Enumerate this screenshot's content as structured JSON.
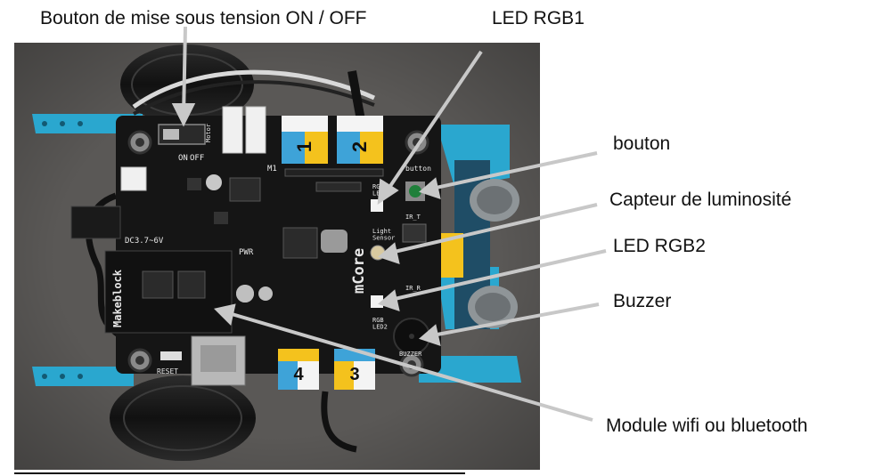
{
  "figure": {
    "labels": {
      "power_switch": "Bouton de mise sous tension ON / OFF",
      "led_rgb1": "LED RGB1",
      "button": "bouton",
      "light_sensor": "Capteur de luminosité",
      "led_rgb2": "LED RGB2",
      "buzzer": "Buzzer",
      "wireless_module": "Module wifi ou bluetooth"
    },
    "board_silkscreen": {
      "brand_vertical": "mCore",
      "power_input": "DC3.7~6V",
      "reset": "RESET",
      "pwr": "PWR",
      "buzzer": "BUZZER",
      "button": "button",
      "light_sensor": "Light\nSensor",
      "rgb_led1": "RGB\nLED1",
      "rgb_led2": "RGB\nLED2",
      "ir_t": "IR_T",
      "ir_r": "IR_R",
      "on": "ON",
      "off": "OFF",
      "motor": "Motor",
      "m1": "M1",
      "makeblock": "Makeblock"
    },
    "port_tags": [
      "1",
      "2",
      "3",
      "4"
    ],
    "colors": {
      "background_photo": "#5a5856",
      "board": "#151515",
      "chassis": "#2aa7cf",
      "yellow": "#f4c21d",
      "blue_tag": "#3ea3d8",
      "arrow": "#c8c8c8"
    }
  }
}
